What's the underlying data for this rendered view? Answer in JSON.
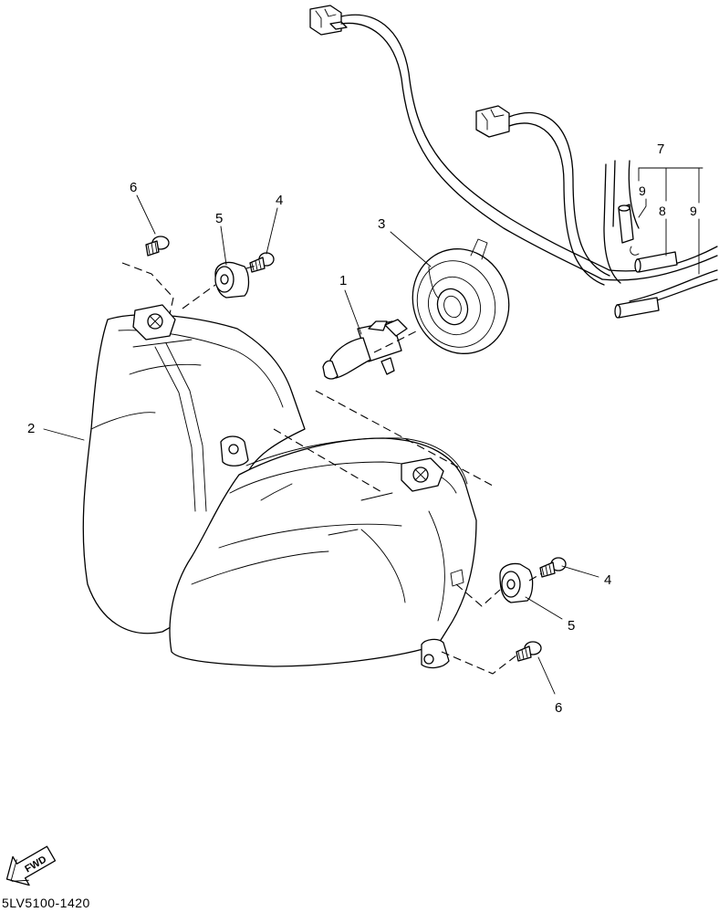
{
  "diagram": {
    "part_code": "5LV5100-1420",
    "fwd_label": "FWD",
    "callouts": {
      "bulb": "1",
      "headlight_unit": "2",
      "bulb_cover": "3",
      "screw_upper": "4",
      "grommet_upper": "5",
      "bolt_upper": "6",
      "screw_lower": "4",
      "grommet_lower": "5",
      "bolt_lower": "6",
      "harness": "7",
      "sub_9a": "9",
      "sub_8": "8",
      "sub_9b": "9"
    }
  }
}
